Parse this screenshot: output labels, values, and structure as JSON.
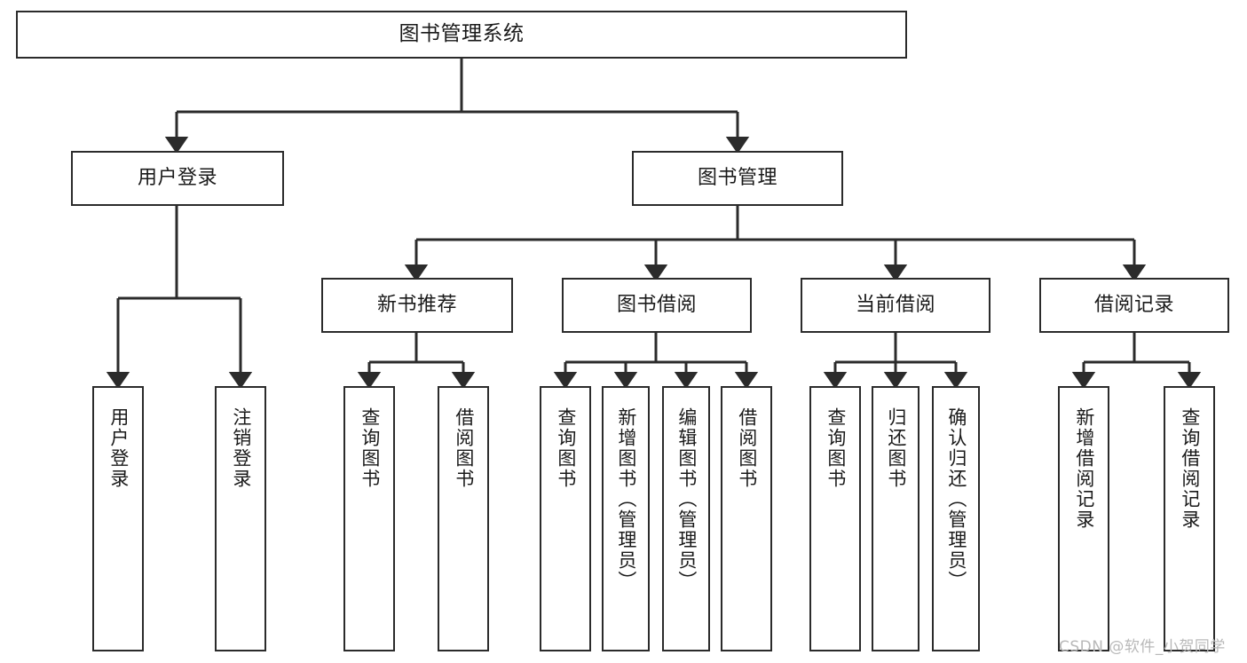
{
  "diagram": {
    "title": "图书管理系统",
    "root": {
      "label": "图书管理系统"
    },
    "level2": [
      {
        "label": "用户登录"
      },
      {
        "label": "图书管理"
      }
    ],
    "level3": [
      {
        "label": "新书推荐"
      },
      {
        "label": "图书借阅"
      },
      {
        "label": "当前借阅"
      },
      {
        "label": "借阅记录"
      }
    ],
    "leaves": [
      {
        "label": "用户登录"
      },
      {
        "label": "注销登录"
      },
      {
        "label": "查询图书"
      },
      {
        "label": "借阅图书"
      },
      {
        "label": "查询图书"
      },
      {
        "label": "新增图书（管理员）"
      },
      {
        "label": "编辑图书（管理员）"
      },
      {
        "label": "借阅图书"
      },
      {
        "label": "查询图书"
      },
      {
        "label": "归还图书"
      },
      {
        "label": "确认归还（管理员）"
      },
      {
        "label": "新增借阅记录"
      },
      {
        "label": "查询借阅记录"
      }
    ]
  },
  "watermark": {
    "text": "CSDN @软件_小贺同学"
  },
  "colors": {
    "line": "#2b2b2b",
    "background": "#ffffff",
    "text": "#1a1a1a",
    "watermark": "#b9b9b9"
  }
}
